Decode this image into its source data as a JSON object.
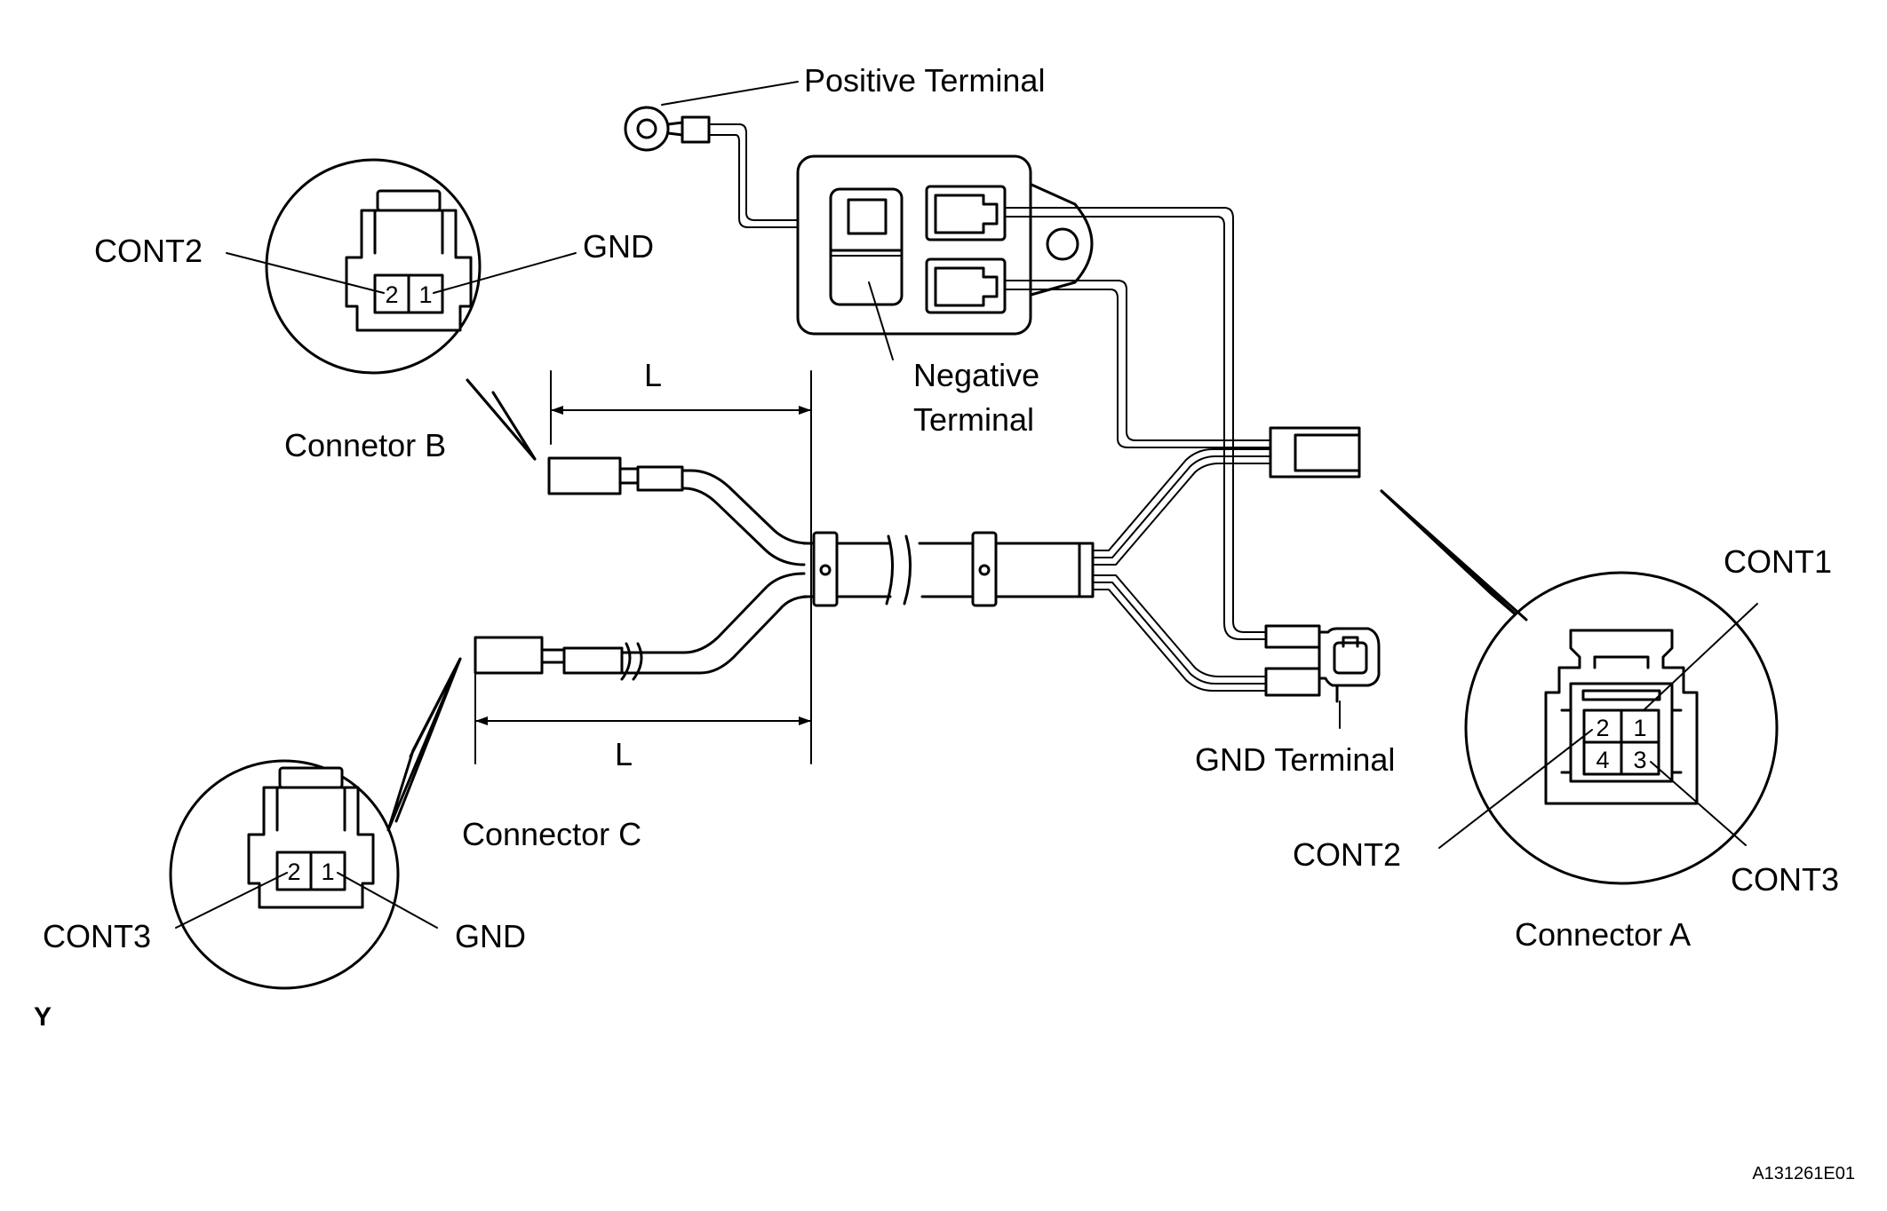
{
  "labels": {
    "positive_terminal": "Positive Terminal",
    "negative_terminal_line1": "Negative",
    "negative_terminal_line2": "Terminal",
    "gnd_terminal": "GND Terminal",
    "connector_a": "Connector A",
    "connector_b": "Connetor B",
    "connector_c": "Connector C",
    "length_top": "L",
    "length_bottom": "L",
    "view_tag": "Y",
    "figure_code": "A131261E01"
  },
  "connector_a": {
    "pins": [
      "2",
      "1",
      "4",
      "3"
    ],
    "pin_labels": {
      "cont1": "CONT1",
      "cont2": "CONT2",
      "cont3": "CONT3"
    }
  },
  "connector_b": {
    "pins": [
      "2",
      "1"
    ],
    "pin_labels": {
      "cont2": "CONT2",
      "gnd": "GND"
    }
  },
  "connector_c": {
    "pins": [
      "2",
      "1"
    ],
    "pin_labels": {
      "cont3": "CONT3",
      "gnd": "GND"
    }
  }
}
